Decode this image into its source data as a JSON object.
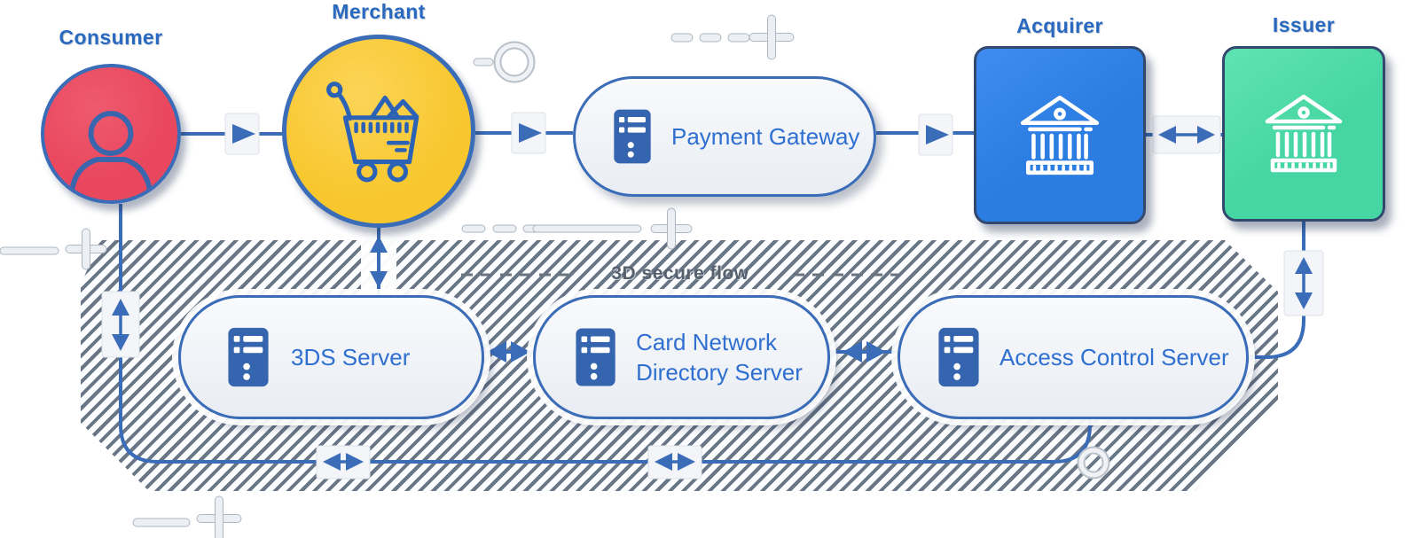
{
  "colors": {
    "line": "#3a6cb8",
    "iconBlue": "#2b62b5",
    "labelBlue": "#2a69c0",
    "pillText": "#2f6fd0",
    "pillBorder": "#3a6cb8",
    "serverBlue": "#3465ae",
    "consumerRed": "#e9475e",
    "merchantYellow": "#f8c72e",
    "acquirerBlue": "#2b7de1",
    "issuerGreen": "#46d6a3",
    "hatchDark": "#48586c",
    "zoneText": "#57616e"
  },
  "nodes": {
    "consumer": {
      "label": "Consumer"
    },
    "merchant": {
      "label": "Merchant"
    },
    "payment_gateway": {
      "label": "Payment Gateway"
    },
    "acquirer": {
      "label": "Acquirer"
    },
    "issuer": {
      "label": "Issuer"
    },
    "tds_server": {
      "label": "3DS Server"
    },
    "card_network_directory": {
      "label": "Card Network Directory Server"
    },
    "access_control": {
      "label": "Access Control Server"
    }
  },
  "zone": {
    "label": "3D secure flow"
  }
}
